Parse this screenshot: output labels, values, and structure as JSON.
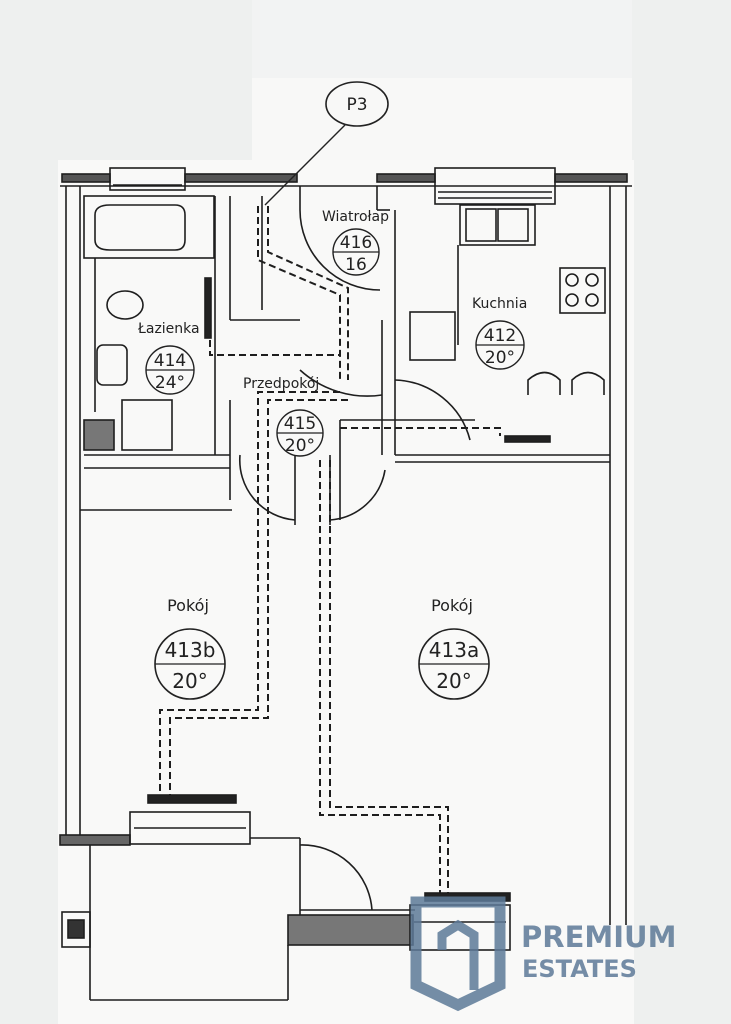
{
  "plan": {
    "marker": "P3",
    "rooms": [
      {
        "name": "Łazienka",
        "number": "414",
        "value": "24°"
      },
      {
        "name": "Wiatrołap",
        "number": "416",
        "value": "16"
      },
      {
        "name": "Kuchnia",
        "number": "412",
        "value": "20°"
      },
      {
        "name": "Przedpokój",
        "number": "415",
        "value": "20°"
      },
      {
        "name": "Pokój",
        "number": "413b",
        "value": "20°"
      },
      {
        "name": "Pokój",
        "number": "413a",
        "value": "20°"
      }
    ]
  },
  "logo": {
    "line1": "PREMIUM",
    "line2": "ESTATES",
    "color": "#5d7a98"
  }
}
